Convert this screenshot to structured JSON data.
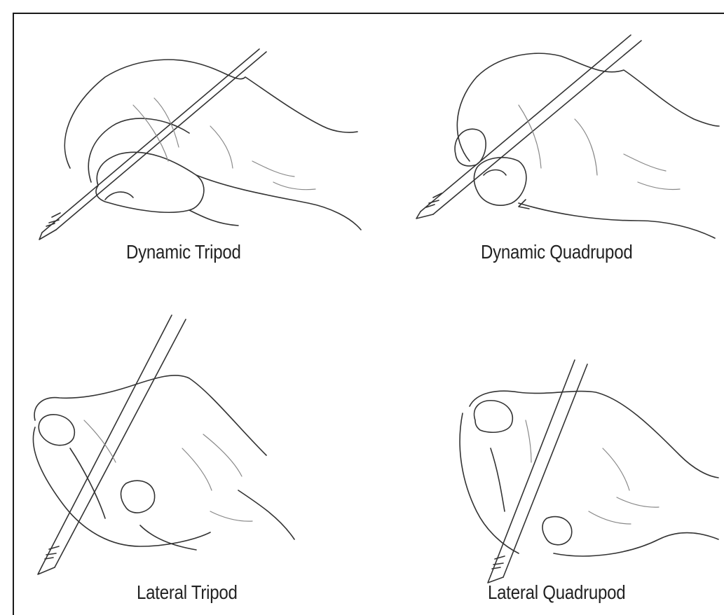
{
  "grips": [
    {
      "label": "Dynamic Tripod",
      "icon": "hand-dynamic-tripod-icon"
    },
    {
      "label": "Dynamic Quadrupod",
      "icon": "hand-dynamic-quadrupod-icon"
    },
    {
      "label": "Lateral Tripod",
      "icon": "hand-lateral-tripod-icon"
    },
    {
      "label": "Lateral Quadrupod",
      "icon": "hand-lateral-quadrupod-icon"
    }
  ],
  "colors": {
    "line": "#333333",
    "soft_line": "#888888",
    "background": "#ffffff"
  }
}
